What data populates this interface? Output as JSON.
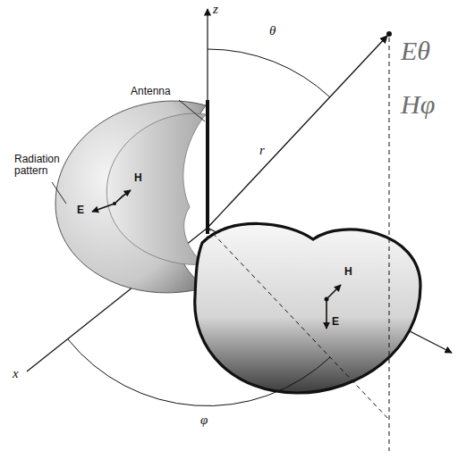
{
  "diagram": {
    "labels": [
      "z",
      "θ",
      "Antenna",
      "Radiation pattern",
      "r",
      "Eθ",
      "Hφ",
      "H",
      "E",
      "H",
      "E",
      "x",
      "φ"
    ]
  }
}
